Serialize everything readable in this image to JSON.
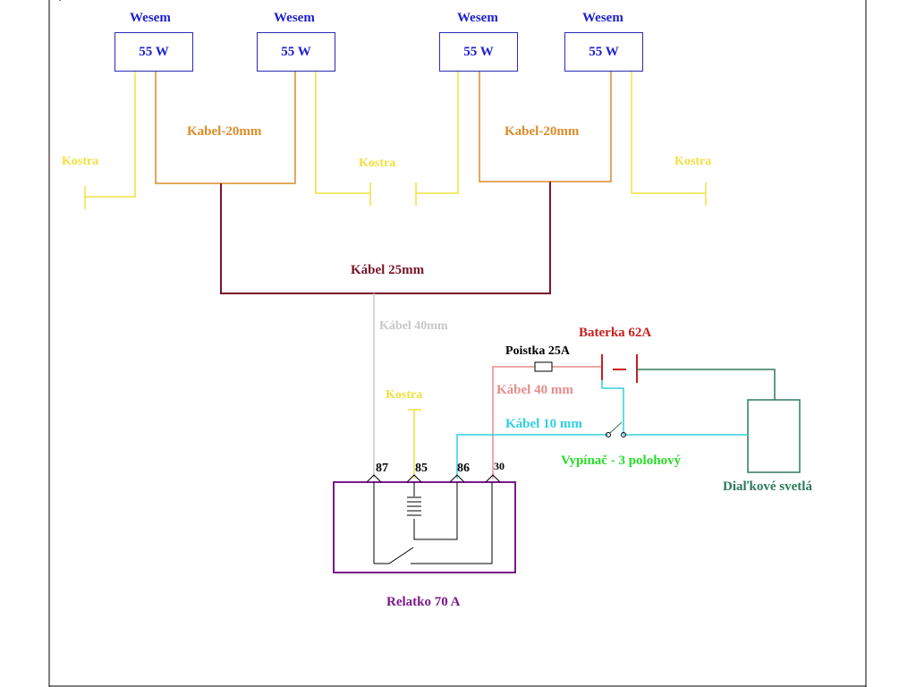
{
  "lamps": [
    {
      "title": "Wesem",
      "power": "55 W"
    },
    {
      "title": "Wesem",
      "power": "55 W"
    },
    {
      "title": "Wesem",
      "power": "55 W"
    },
    {
      "title": "Wesem",
      "power": "55 W"
    }
  ],
  "labels": {
    "cable_20_left": "Kabel-20mm",
    "cable_20_right": "Kabel-20mm",
    "ground_1": "Kostra",
    "ground_2": "Kostra",
    "ground_3": "Kostra",
    "ground_relay": "Kostra",
    "cable_25": "Kábel 25mm",
    "cable_40_grey": "Kábel 40mm",
    "fuse": "Poistka 25A",
    "battery": "Baterka 62A",
    "cable_40_pink": "Kábel 40 mm",
    "cable_10": "Kábel 10 mm",
    "switch": "Vypínač - 3 polohový",
    "high_beam": "Diaľkové svetlá",
    "relay": "Relatko 70 A"
  },
  "pins": [
    "87",
    "85",
    "86",
    "30"
  ],
  "colors": {
    "lamp_blue": "#1e1ecf",
    "ground_yellow": "#f0e040",
    "cable20_orange": "#dc8c28",
    "cable25_maroon": "#7a1428",
    "cable40_grey": "#c8c8c8",
    "cable40_pink": "#e68c8c",
    "cable10_cyan": "#30d0e0",
    "battery_red": "#c81e1e",
    "switch_green": "#28dc28",
    "beam_darkgreen": "#2e7a5a",
    "relay_purple": "#7a1a8a"
  }
}
